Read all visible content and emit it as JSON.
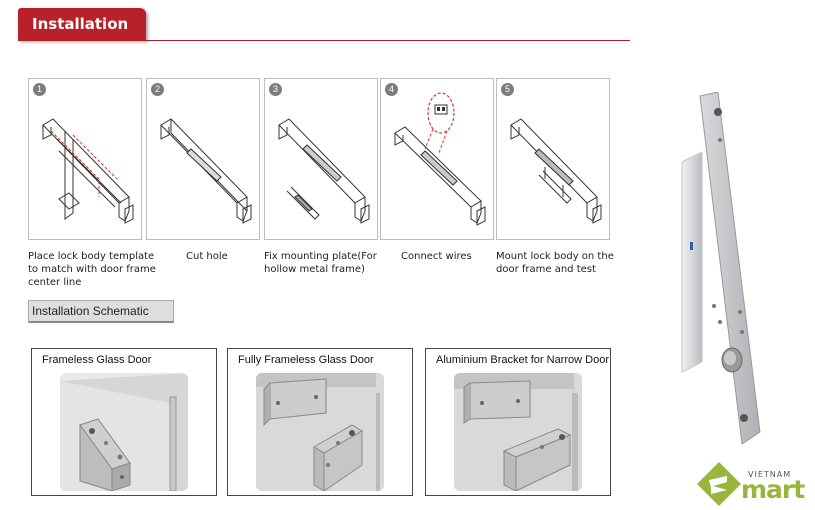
{
  "header": {
    "title": "Installation"
  },
  "steps": [
    {
      "number": "1",
      "caption": "Place lock body template to match with door frame center line"
    },
    {
      "number": "2",
      "caption": "Cut hole"
    },
    {
      "number": "3",
      "caption": "Fix mounting plate(For hollow metal frame)"
    },
    {
      "number": "4",
      "caption": "Connect wires"
    },
    {
      "number": "5",
      "caption": "Mount lock body on the door frame and test"
    }
  ],
  "schematic": {
    "heading": "Installation Schematic",
    "panels": [
      {
        "title": "Frameless Glass Door"
      },
      {
        "title": "Fully Frameless Glass Door"
      },
      {
        "title": "Aluminium Bracket for Narrow Door"
      }
    ]
  },
  "brand": {
    "top": "VIETNAM",
    "name": "mart"
  },
  "colors": {
    "accent": "#b8202a",
    "brand_green": "#9ab53b"
  }
}
